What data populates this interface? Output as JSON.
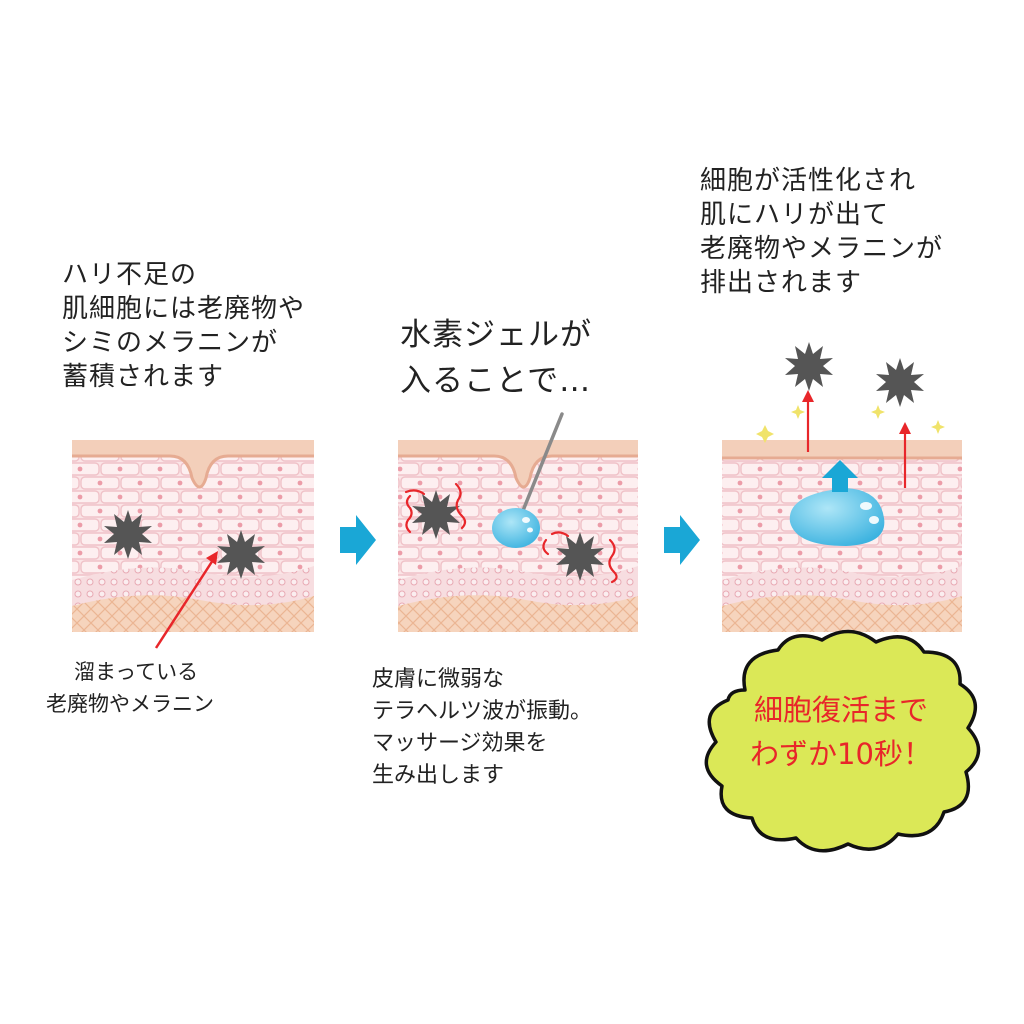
{
  "panel1": {
    "caption": [
      "ハリ不足の",
      "肌細胞には老廃物や",
      "シミのメラニンが",
      "蓄積されます"
    ],
    "note": [
      "溜まっている",
      "老廃物やメラニン"
    ]
  },
  "panel2": {
    "headline": [
      "水素ジェルが",
      "入ることで…"
    ],
    "note": [
      "皮膚に微弱な",
      "テラヘルツ波が振動。",
      "マッサージ効果を",
      "生み出します"
    ]
  },
  "panel3": {
    "caption": [
      "細胞が活性化され",
      "肌にハリが出て",
      "老廃物やメラニンが",
      "排出されます"
    ]
  },
  "callout": {
    "lines": [
      "細胞復活まで",
      "わずか10秒！"
    ]
  },
  "colors": {
    "skin_top": "#f3d2bd",
    "skin_cells": "#fbe3e5",
    "cell_border": "#f0bcc3",
    "dermis": "#f7d9c6",
    "arrow_blue": "#1aa7d6",
    "annotation_red": "#e8262a",
    "particle": "#555555",
    "cloud_fill": "#dbe857"
  }
}
